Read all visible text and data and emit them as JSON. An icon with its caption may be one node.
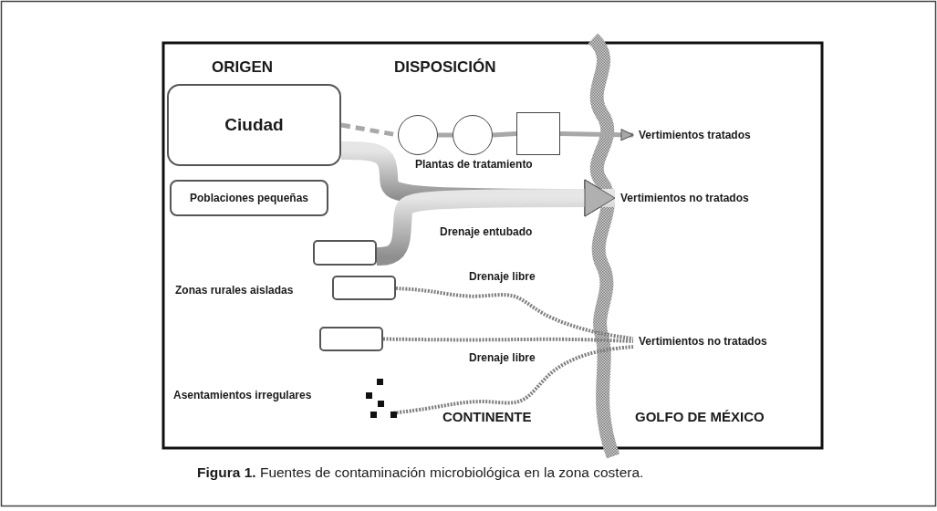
{
  "diagram": {
    "caption": "**Figura 1.** Fuentes de contaminación microbiológica en la zona costera.",
    "nodes": [
      {
        "text": [
          "Ciudad"
        ]
      },
      {
        "text": [
          "Poblaciones pequeñas"
        ]
      },
      {
        "text": [],
        "shape": "box"
      },
      {
        "text": [],
        "shape": "box",
        "beside": [
          "Zonas rurales aisladas"
        ]
      },
      {
        "text": [],
        "shape": "box"
      },
      {
        "text": [],
        "shape": "picture"
      },
      {
        "text": [],
        "shape": "circle"
      },
      {
        "text": [],
        "shape": "circle"
      },
      {
        "text": [],
        "shape": "box"
      },
      {
        "text": [
          "Vertimientos tratados"
        ]
      },
      {
        "text": [
          "Vertimientos no tratados"
        ]
      },
      {
        "text": [
          "Vertimientos no tratados"
        ]
      }
    ],
    "edges": [
      {
        "from": 0,
        "to": 6,
        "arrow": "none",
        "style": "dashed"
      },
      {
        "from": 6,
        "to": 7,
        "arrow": "none"
      },
      {
        "from": 7,
        "to": 8,
        "arrow": "none"
      },
      {
        "from": 8,
        "to": 9,
        "arrow": "to"
      },
      {
        "from": 0,
        "to": 10,
        "arrow": "to",
        "style": "thick"
      },
      {
        "from": 1,
        "to": 10,
        "arrow": "to",
        "style": "thick"
      },
      {
        "from": 2,
        "to": 10,
        "arrow": "to",
        "style": "thick",
        "label": "Drenaje entubado"
      },
      {
        "from": 3,
        "to": 11,
        "arrow": "none",
        "style": "dashed",
        "color": "#7f7f7f",
        "label": "Drenaje libre"
      },
      {
        "from": 4,
        "to": 11,
        "arrow": "none",
        "style": "dashed",
        "color": "#7f7f7f"
      },
      {
        "from": 5,
        "to": 11,
        "arrow": "none",
        "style": "dashed",
        "color": "#7f7f7f",
        "label": "Drenaje libre"
      }
    ],
    "labels": [
      "ORIGEN",
      "DISPOSICIÓN",
      "Plantas de tratamiento",
      "Asentamientos irregulares",
      "CONTINENTE",
      "GOLFO DE MÉXICO"
    ]
  }
}
